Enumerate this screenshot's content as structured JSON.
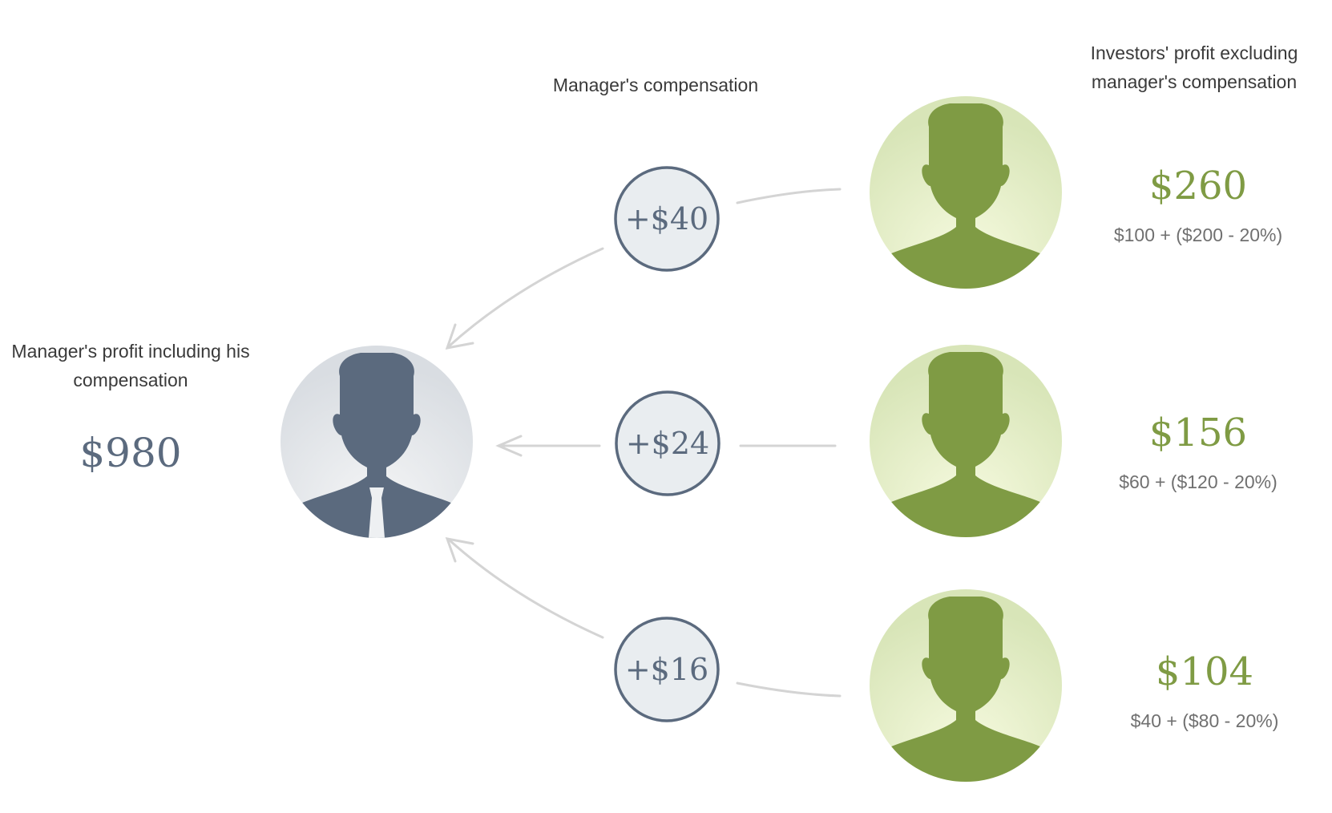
{
  "labels": {
    "manager_compensation": "Manager's compensation",
    "investors_profit_line1": "Investors' profit excluding",
    "investors_profit_line2": "manager's compensation",
    "manager_profit_line1": "Manager's profit including his",
    "manager_profit_line2": "compensation"
  },
  "manager": {
    "total": "$980",
    "icon": "manager-with-tie-icon",
    "color": "#5b6a7e"
  },
  "compensations": [
    {
      "value": "+$40"
    },
    {
      "value": "+$24"
    },
    {
      "value": "+$16"
    }
  ],
  "investors": [
    {
      "profit": "$260",
      "formula": "$100 + ($200 - 20%)",
      "icon": "investor-avatar-icon"
    },
    {
      "profit": "$156",
      "formula": "$60 + ($120 - 20%)",
      "icon": "investor-avatar-icon"
    },
    {
      "profit": "$104",
      "formula": "$40 + ($80 - 20%)",
      "icon": "investor-avatar-icon"
    }
  ],
  "colors": {
    "investor_green": "#7f9b44",
    "manager_slate": "#5b6a7e",
    "text_dark": "#3a3a3a",
    "formula_gray": "#707070",
    "connector_gray": "#d4d4d4"
  }
}
